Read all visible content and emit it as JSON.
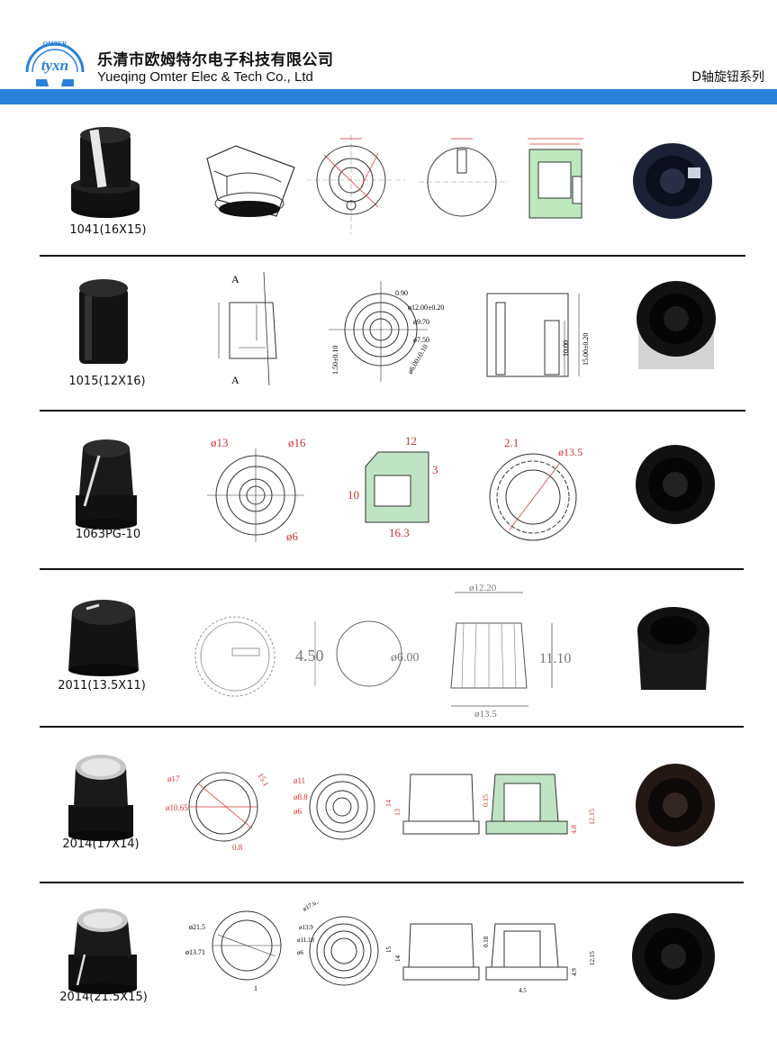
{
  "header": {
    "logo_ring_text": "OMTER",
    "logo_text": "tyxn",
    "company_cn": "乐清市欧姆特尔电子科技有限公司",
    "company_en": "Yueqing Omter Elec & Tech Co., Ltd",
    "series_title": "D轴旋钮系列",
    "bar_color": "#2a80d8"
  },
  "products": [
    {
      "label": "1041(16X15)"
    },
    {
      "label": "1015(12X16)"
    },
    {
      "label": "1063PG-10"
    },
    {
      "label": "2011(13.5X11)"
    },
    {
      "label": "2014(17X14)"
    },
    {
      "label": "2014(21.5X15)"
    }
  ],
  "dims": {
    "r2_a_top": "A",
    "r2_a_bot": "A",
    "r2_d1": "0.90",
    "r2_d2": "ø12.00±0.20",
    "r2_d3": "ø9.70",
    "r2_d4": "ø7.50",
    "r2_d5": "ø6.00±0.10",
    "r2_d6": "10.00",
    "r2_d7": "15.00±0.20",
    "r2_d8": "1.50±0.10",
    "r3_d13": "ø13",
    "r3_d16": "ø16",
    "r3_d6": "ø6",
    "r3_12": "12",
    "r3_3": "3",
    "r3_10": "10",
    "r3_163": "16.3",
    "r3_21": "2.1",
    "r3_135": "ø13.5",
    "r4_450": "4.50",
    "r4_600": "ø6.00",
    "r4_1220": "ø12.20",
    "r4_1110": "11.10",
    "r4_135": "ø13.5",
    "r5_17": "ø17",
    "r5_151": "15.1",
    "r5_1065": "ø10.65",
    "r5_08": "0.8",
    "r5_11": "ø11",
    "r5_88": "ø8.8",
    "r5_6": "ø6",
    "r5_14": "14",
    "r5_13": "13",
    "r5_015": "0.15",
    "r5_1215": "12.15",
    "r5_48": "4.8",
    "r6_215": "ø21.5",
    "r6_1371": "ø13.71",
    "r6_1": "1",
    "r6_1765": "ø17.65",
    "r6_139": "ø13.9",
    "r6_1118": "ø11.18",
    "r6_6": "ø6",
    "r6_15": "15",
    "r6_14": "14",
    "r6_018": "0.18",
    "r6_1215": "12.15",
    "r6_49": "4.9",
    "r6_45": "4.5"
  }
}
